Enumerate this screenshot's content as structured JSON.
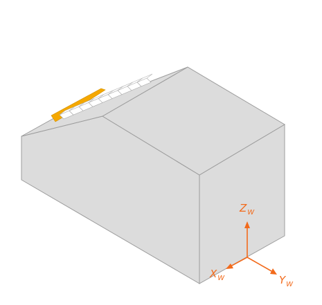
{
  "colors": {
    "background": "#ffffff",
    "building_face": "#dcdcdc",
    "building_edge": "#9c9c9c",
    "panel_fill": "#ffffff",
    "panel_edge": "#a8a8a8",
    "panel_accent": "#f5a800",
    "axis": "#f26a1b"
  },
  "axes": {
    "z": {
      "letter": "Z",
      "subscript": "W"
    },
    "x": {
      "letter": "X",
      "subscript": "W"
    },
    "y": {
      "letter": "Y",
      "subscript": "W"
    }
  }
}
